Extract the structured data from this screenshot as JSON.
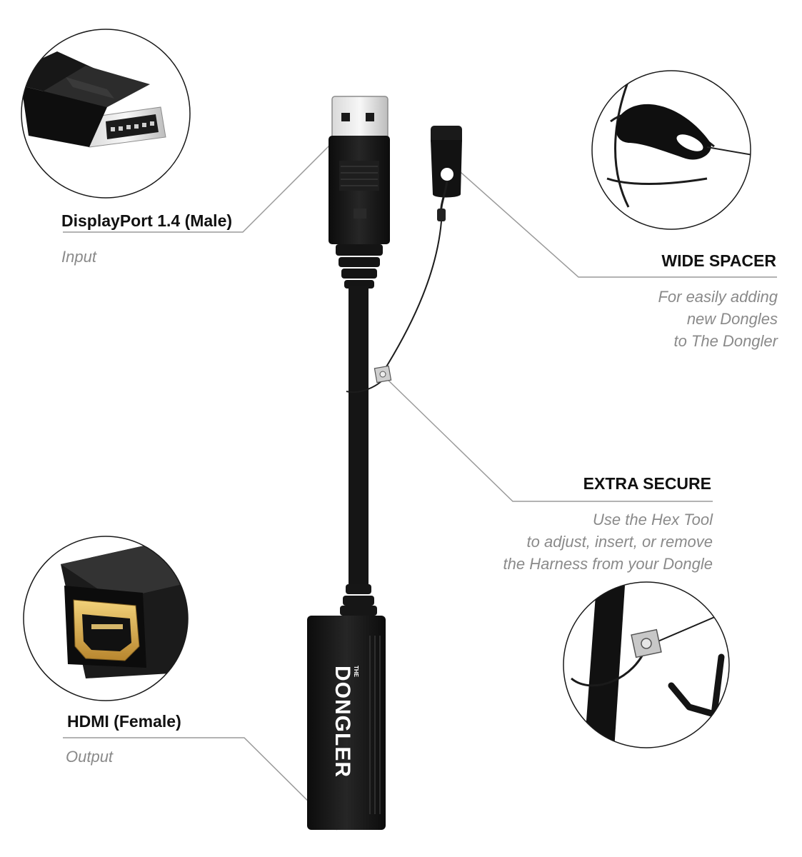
{
  "callouts": {
    "displayport": {
      "title": "DisplayPort 1.4 (Male)",
      "subtitle": "Input"
    },
    "wide_spacer": {
      "title": "WIDE SPACER",
      "lines": [
        "For easily adding",
        "new Dongles",
        "to The Dongler"
      ]
    },
    "extra_secure": {
      "title": "EXTRA SECURE",
      "lines": [
        "Use the Hex Tool",
        "to adjust, insert, or remove",
        "the Harness from your Dongle"
      ]
    },
    "hdmi": {
      "title": "HDMI (Female)",
      "subtitle": "Output"
    }
  },
  "brand": {
    "small": "THE",
    "name": "DONGLER"
  },
  "colors": {
    "title": "#111111",
    "subtitle": "#8a8a8a",
    "leader": "#9a9a9a",
    "product": "#141414"
  }
}
